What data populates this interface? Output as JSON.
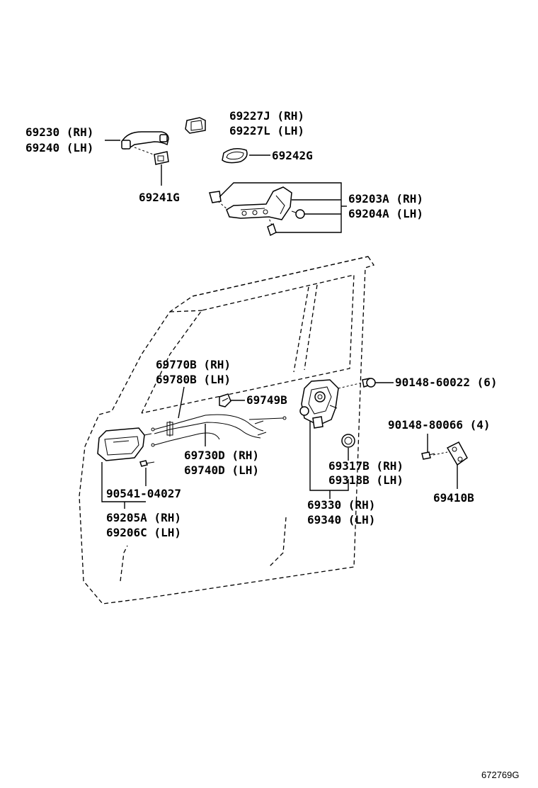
{
  "labels": {
    "p69230": "69230 (RH)",
    "p69240": "69240 (LH)",
    "p69227J": "69227J (RH)",
    "p69227L": "69227L (LH)",
    "p69242G": "69242G",
    "p69241G": "69241G",
    "p69203A": "69203A (RH)",
    "p69204A": "69204A (LH)",
    "p69770B": "69770B (RH)",
    "p69780B": "69780B (LH)",
    "p69749B": "69749B",
    "p90148_60022": "90148-60022 (6)",
    "p90148_80066": "90148-80066 (4)",
    "p69730D": "69730D (RH)",
    "p69740D": "69740D (LH)",
    "p69317B": "69317B (RH)",
    "p69318B": "69318B (LH)",
    "p90541": "90541-04027",
    "p69205A": "69205A (RH)",
    "p69206C": "69206C (LH)",
    "p69330": "69330 (RH)",
    "p69340": "69340 (LH)",
    "p69410B": "69410B"
  },
  "figure_id": "672769G"
}
